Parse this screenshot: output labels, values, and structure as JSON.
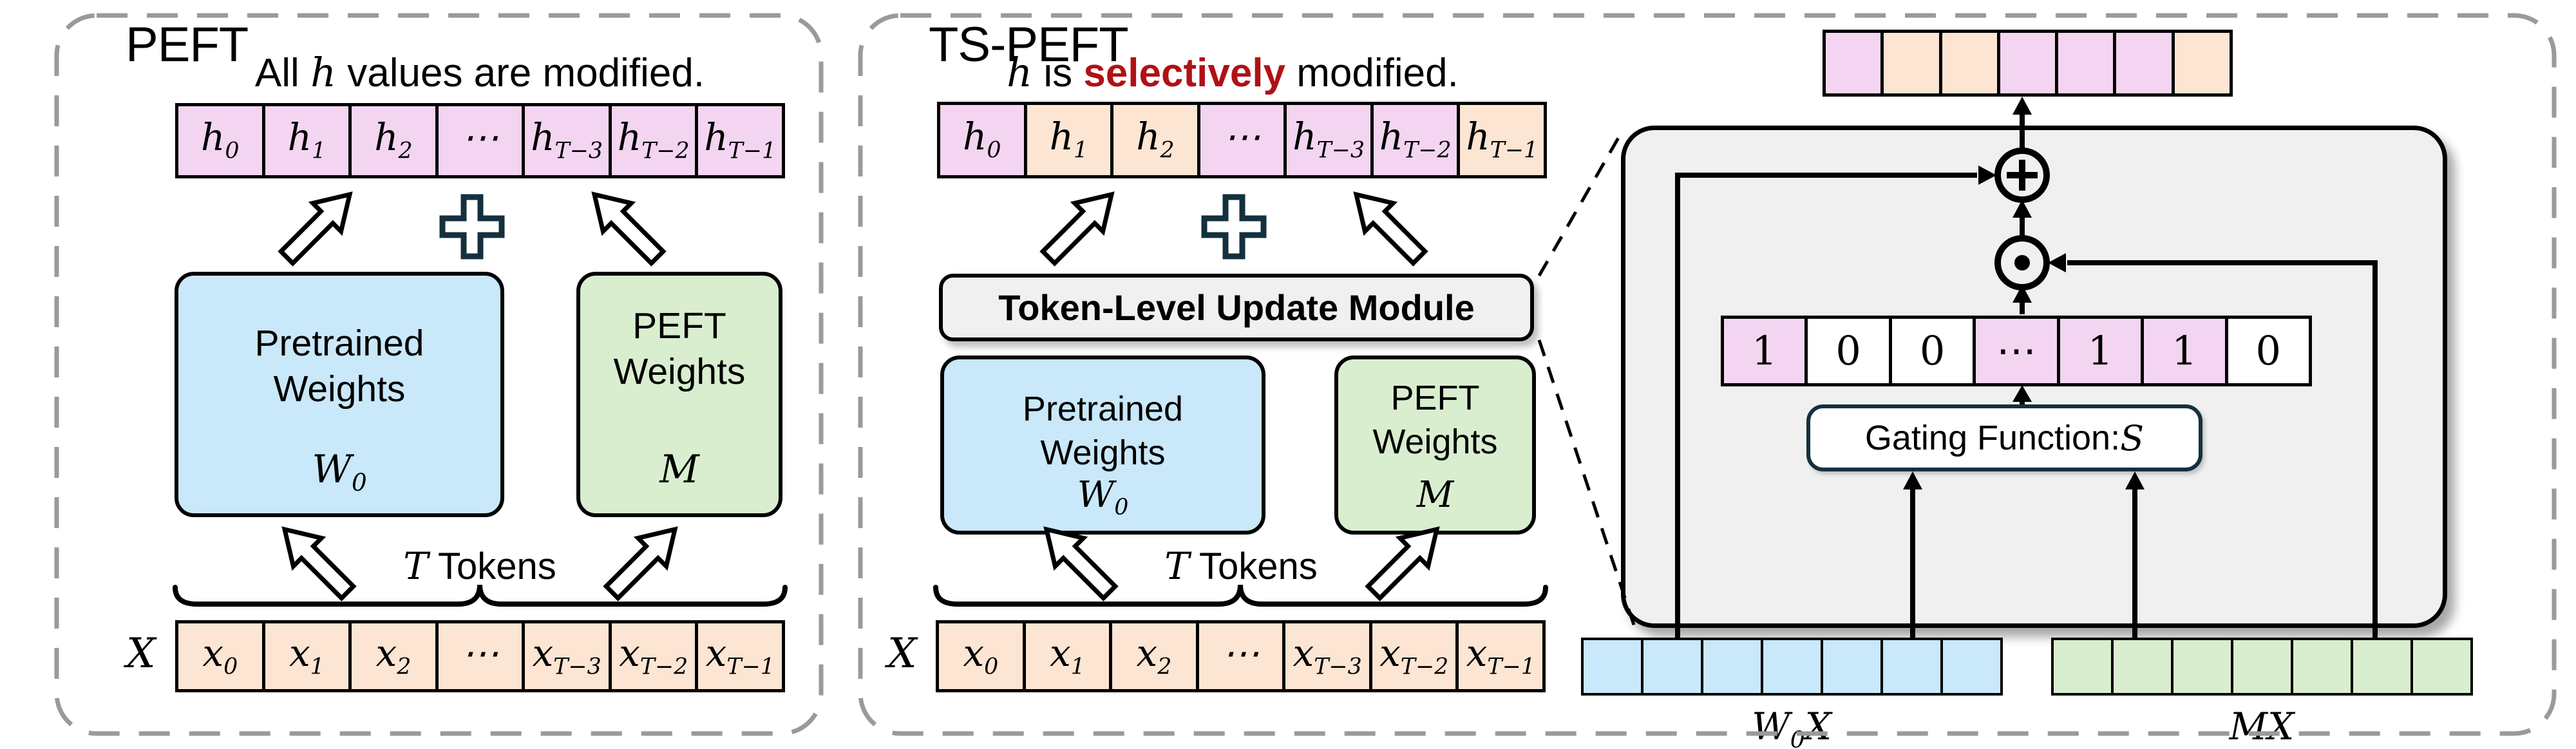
{
  "colors": {
    "pink": "#F3D5F1",
    "peach": "#FCE5D3",
    "white": "#FFFFFF",
    "blue": "#C9E8F9",
    "green": "#D9EECF",
    "graybox": "#F0F0F0",
    "red": "#B01114",
    "navy": "#14303E",
    "dash": "#9A9A9A"
  },
  "peft": {
    "title": "PEFT",
    "caption": {
      "pre": "All ",
      "math": "h",
      "post": " values are modified."
    },
    "h_row": [
      {
        "base": "h",
        "sub": "0",
        "color": "pink"
      },
      {
        "base": "h",
        "sub": "1",
        "color": "pink"
      },
      {
        "base": "h",
        "sub": "2",
        "color": "pink"
      },
      {
        "base": "⋯",
        "sub": "",
        "color": "pink"
      },
      {
        "base": "h",
        "sub": "T−3",
        "color": "pink"
      },
      {
        "base": "h",
        "sub": "T−2",
        "color": "pink"
      },
      {
        "base": "h",
        "sub": "T−1",
        "color": "pink"
      }
    ],
    "pretrained_box": {
      "line1": "Pretrained",
      "line2": "Weights",
      "symbol_base": "W",
      "symbol_sub": "0"
    },
    "peft_box": {
      "line1": "PEFT",
      "line2": "Weights",
      "symbol_base": "M",
      "symbol_sub": ""
    },
    "tokens_math": "T",
    "tokens_text": " Tokens",
    "x_label": "X",
    "x_row": [
      {
        "base": "x",
        "sub": "0",
        "color": "peach"
      },
      {
        "base": "x",
        "sub": "1",
        "color": "peach"
      },
      {
        "base": "x",
        "sub": "2",
        "color": "peach"
      },
      {
        "base": "⋯",
        "sub": "",
        "color": "peach"
      },
      {
        "base": "x",
        "sub": "T−3",
        "color": "peach"
      },
      {
        "base": "x",
        "sub": "T−2",
        "color": "peach"
      },
      {
        "base": "x",
        "sub": "T−1",
        "color": "peach"
      }
    ]
  },
  "ts": {
    "title": "TS-PEFT",
    "caption": {
      "math": "h",
      "mid": " is ",
      "em": "selectively",
      "post": " modified."
    },
    "module_label": "Token-Level Update Module",
    "h_row": [
      {
        "base": "h",
        "sub": "0",
        "color": "pink"
      },
      {
        "base": "h",
        "sub": "1",
        "color": "peach"
      },
      {
        "base": "h",
        "sub": "2",
        "color": "peach"
      },
      {
        "base": "⋯",
        "sub": "",
        "color": "pink"
      },
      {
        "base": "h",
        "sub": "T−3",
        "color": "pink"
      },
      {
        "base": "h",
        "sub": "T−2",
        "color": "pink"
      },
      {
        "base": "h",
        "sub": "T−1",
        "color": "peach"
      }
    ],
    "pretrained_box": {
      "line1": "Pretrained",
      "line2": "Weights",
      "symbol_base": "W",
      "symbol_sub": "0"
    },
    "peft_box": {
      "line1": "PEFT",
      "line2": "Weights",
      "symbol_base": "M",
      "symbol_sub": ""
    },
    "tokens_math": "T",
    "tokens_text": " Tokens",
    "x_label": "X",
    "x_row": [
      {
        "base": "x",
        "sub": "0",
        "color": "peach"
      },
      {
        "base": "x",
        "sub": "1",
        "color": "peach"
      },
      {
        "base": "x",
        "sub": "2",
        "color": "peach"
      },
      {
        "base": "⋯",
        "sub": "",
        "color": "peach"
      },
      {
        "base": "x",
        "sub": "T−3",
        "color": "peach"
      },
      {
        "base": "x",
        "sub": "T−2",
        "color": "peach"
      },
      {
        "base": "x",
        "sub": "T−1",
        "color": "peach"
      }
    ]
  },
  "detail": {
    "output_row": [
      {
        "color": "pink"
      },
      {
        "color": "peach"
      },
      {
        "color": "peach"
      },
      {
        "color": "pink"
      },
      {
        "color": "pink"
      },
      {
        "color": "pink"
      },
      {
        "color": "peach"
      }
    ],
    "mask_row": [
      {
        "value": "1",
        "color": "pink"
      },
      {
        "value": "0",
        "color": "white"
      },
      {
        "value": "0",
        "color": "white"
      },
      {
        "value": "⋯",
        "color": "pink"
      },
      {
        "value": "1",
        "color": "pink"
      },
      {
        "value": "1",
        "color": "pink"
      },
      {
        "value": "0",
        "color": "white"
      }
    ],
    "gating": {
      "text": "Gating Function: ",
      "math": "S"
    },
    "w0x_row": [
      {
        "color": "blue"
      },
      {
        "color": "blue"
      },
      {
        "color": "blue"
      },
      {
        "color": "blue"
      },
      {
        "color": "blue"
      },
      {
        "color": "blue"
      },
      {
        "color": "blue"
      }
    ],
    "mx_row": [
      {
        "color": "green"
      },
      {
        "color": "green"
      },
      {
        "color": "green"
      },
      {
        "color": "green"
      },
      {
        "color": "green"
      },
      {
        "color": "green"
      },
      {
        "color": "green"
      }
    ],
    "w0x_label": {
      "base": "W",
      "sub": "0",
      "post": "X"
    },
    "mx_label": {
      "base": "M",
      "sub": "",
      "post": "X"
    }
  }
}
